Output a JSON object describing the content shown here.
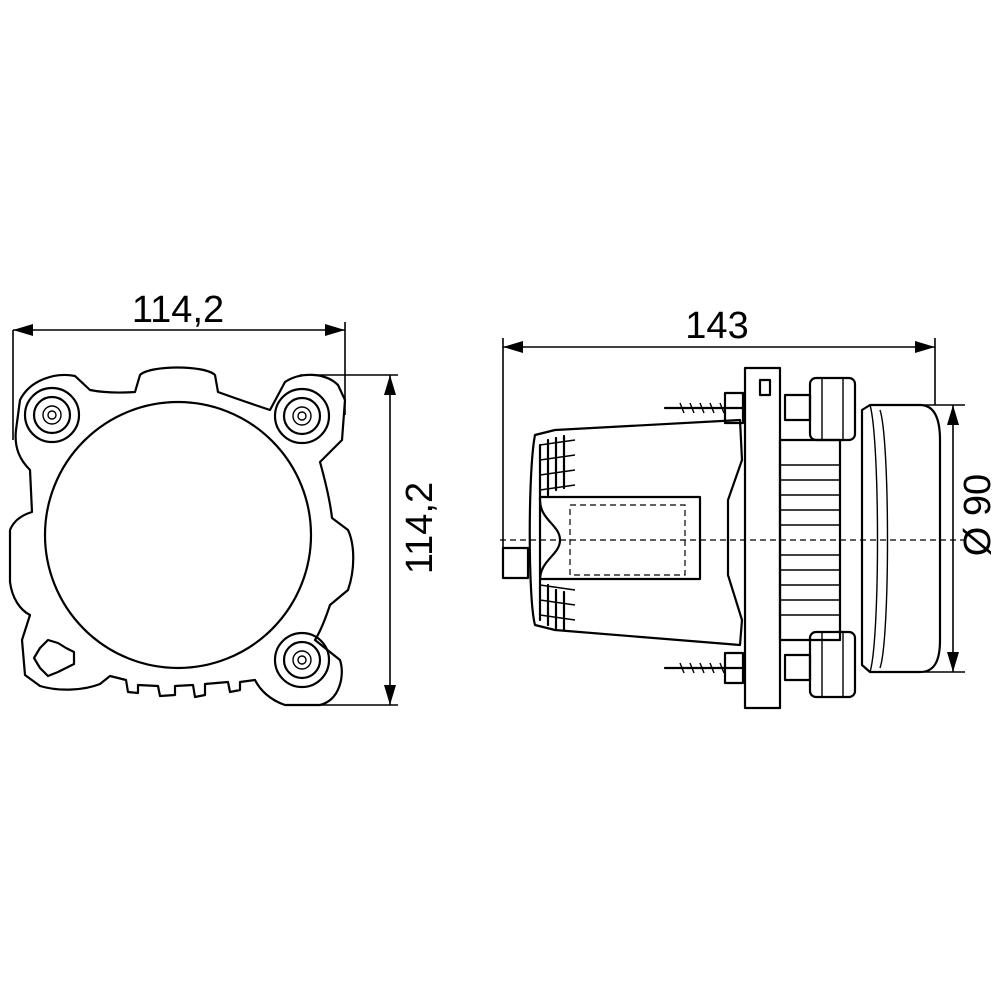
{
  "front_view": {
    "width_label": "114,2",
    "height_label": "114,2"
  },
  "side_view": {
    "length_label": "143",
    "diameter_label": "Ø 90"
  }
}
